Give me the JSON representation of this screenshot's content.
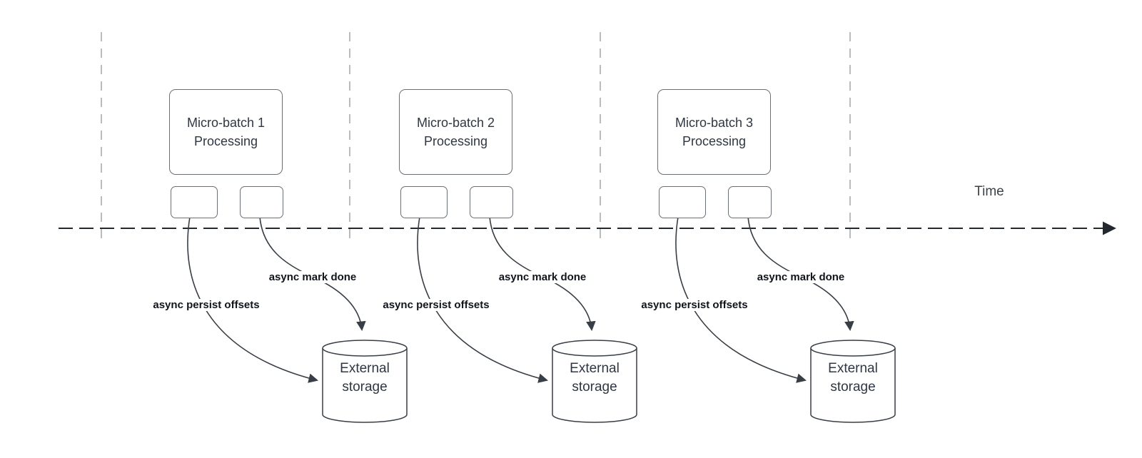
{
  "time_axis": {
    "label": "Time"
  },
  "groups": [
    {
      "title": "Micro-batch 1",
      "subtitle": "Processing",
      "persist_label": "async persist offsets",
      "done_label": "async mark done",
      "storage_line1": "External",
      "storage_line2": "storage"
    },
    {
      "title": "Micro-batch 2",
      "subtitle": "Processing",
      "persist_label": "async persist offsets",
      "done_label": "async mark done",
      "storage_line1": "External",
      "storage_line2": "storage"
    },
    {
      "title": "Micro-batch 3",
      "subtitle": "Processing",
      "persist_label": "async persist offsets",
      "done_label": "async mark done",
      "storage_line1": "External",
      "storage_line2": "storage"
    }
  ],
  "colors": {
    "line": "#383e46",
    "guide": "#a9abad",
    "timeline": "#23272e",
    "border": "#6b6f76",
    "text": "#2f3744",
    "label": "#10151c",
    "time": "#3b4249"
  }
}
